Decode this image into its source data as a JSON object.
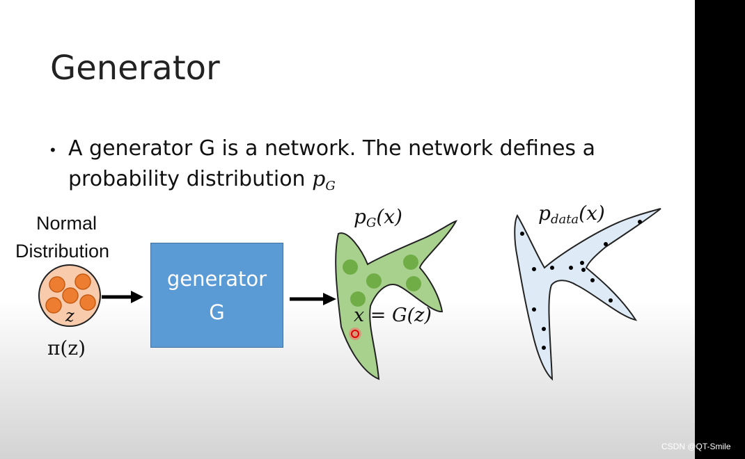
{
  "slide": {
    "title": "Generator",
    "bullet_line1": "A generator G is a network. The network defines a",
    "bullet_line2_text": "probability distribution ",
    "bullet_line2_math_base": "p",
    "bullet_line2_math_sub": "G"
  },
  "diagram": {
    "input_label_line1": "Normal",
    "input_label_line2": "Distribution",
    "input_variable": "z",
    "input_dist_label": "π(z)",
    "generator_line1": "generator",
    "generator_line2": "G",
    "pg_label_base": "p",
    "pg_label_sub": "G",
    "pg_label_arg": "(x)",
    "mapping_label": "x = G(z)",
    "pdata_label_base": "p",
    "pdata_label_sub": "data",
    "pdata_label_arg": "(x)"
  },
  "colors": {
    "generator_box": "#5b9bd5",
    "input_circle_fill": "#f8cbad",
    "input_dots": "#ed7d31",
    "pg_shape_fill": "#a9d18e",
    "pg_dots": "#70ad47",
    "pdata_shape_fill": "#deebf7",
    "cursor": "#ff0000"
  },
  "watermark": "CSDN @QT-Smile"
}
